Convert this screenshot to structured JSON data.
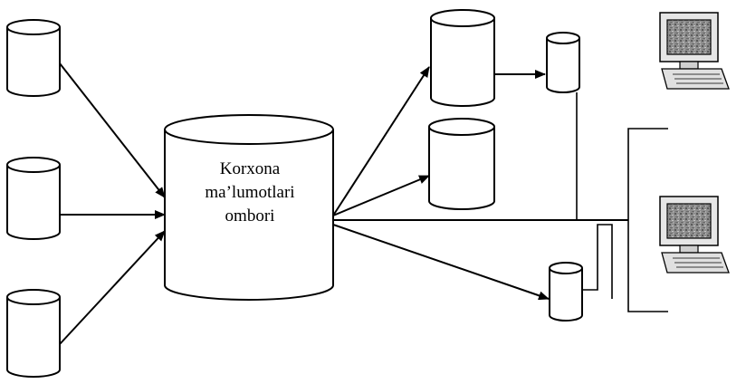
{
  "central_store": {
    "label_lines": [
      "Korxona",
      "ma’lumotlari",
      "ombori"
    ]
  },
  "source_databases": [
    {
      "id": "source-db-1"
    },
    {
      "id": "source-db-2"
    },
    {
      "id": "source-db-3"
    }
  ],
  "data_marts": [
    {
      "id": "data-mart-1"
    },
    {
      "id": "data-mart-2"
    }
  ],
  "local_stores": [
    {
      "id": "local-store-1"
    },
    {
      "id": "local-store-2"
    }
  ],
  "workstations": [
    {
      "id": "workstation-1",
      "icon": "computer-icon"
    },
    {
      "id": "workstation-2",
      "icon": "computer-icon"
    }
  ],
  "colors": {
    "stroke": "#000000",
    "background": "#ffffff",
    "screen_fill": "#9a9a9a",
    "monitor_fill": "#e6e6e6"
  }
}
